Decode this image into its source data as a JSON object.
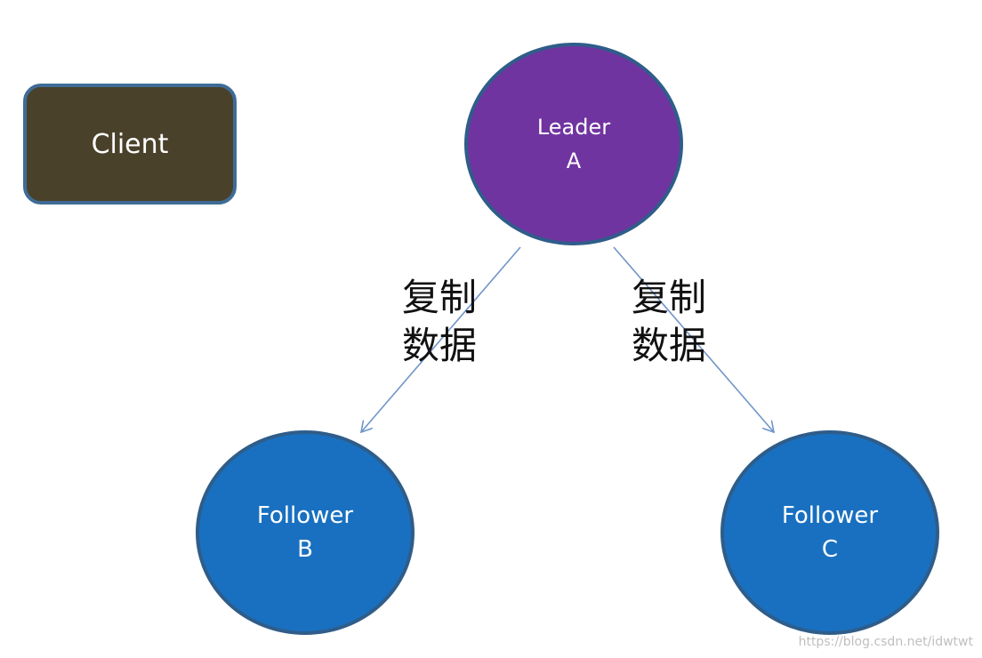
{
  "client": {
    "label": "Client"
  },
  "nodes": {
    "leader": {
      "line1": "Leader",
      "line2": "A"
    },
    "follower_b": {
      "line1": "Follower",
      "line2": "B"
    },
    "follower_c": {
      "line1": "Follower",
      "line2": "C"
    }
  },
  "edges": {
    "left": {
      "line1": "复制",
      "line2": "数据"
    },
    "right": {
      "line1": "复制",
      "line2": "数据"
    }
  },
  "watermark": "https://blog.csdn.net/idwtwt",
  "colors": {
    "client_fill": "#4a412b",
    "leader_fill": "#7034a0",
    "follower_fill": "#1970c0",
    "outline": "#2f5d8a",
    "arrow": "#6f95c9"
  }
}
